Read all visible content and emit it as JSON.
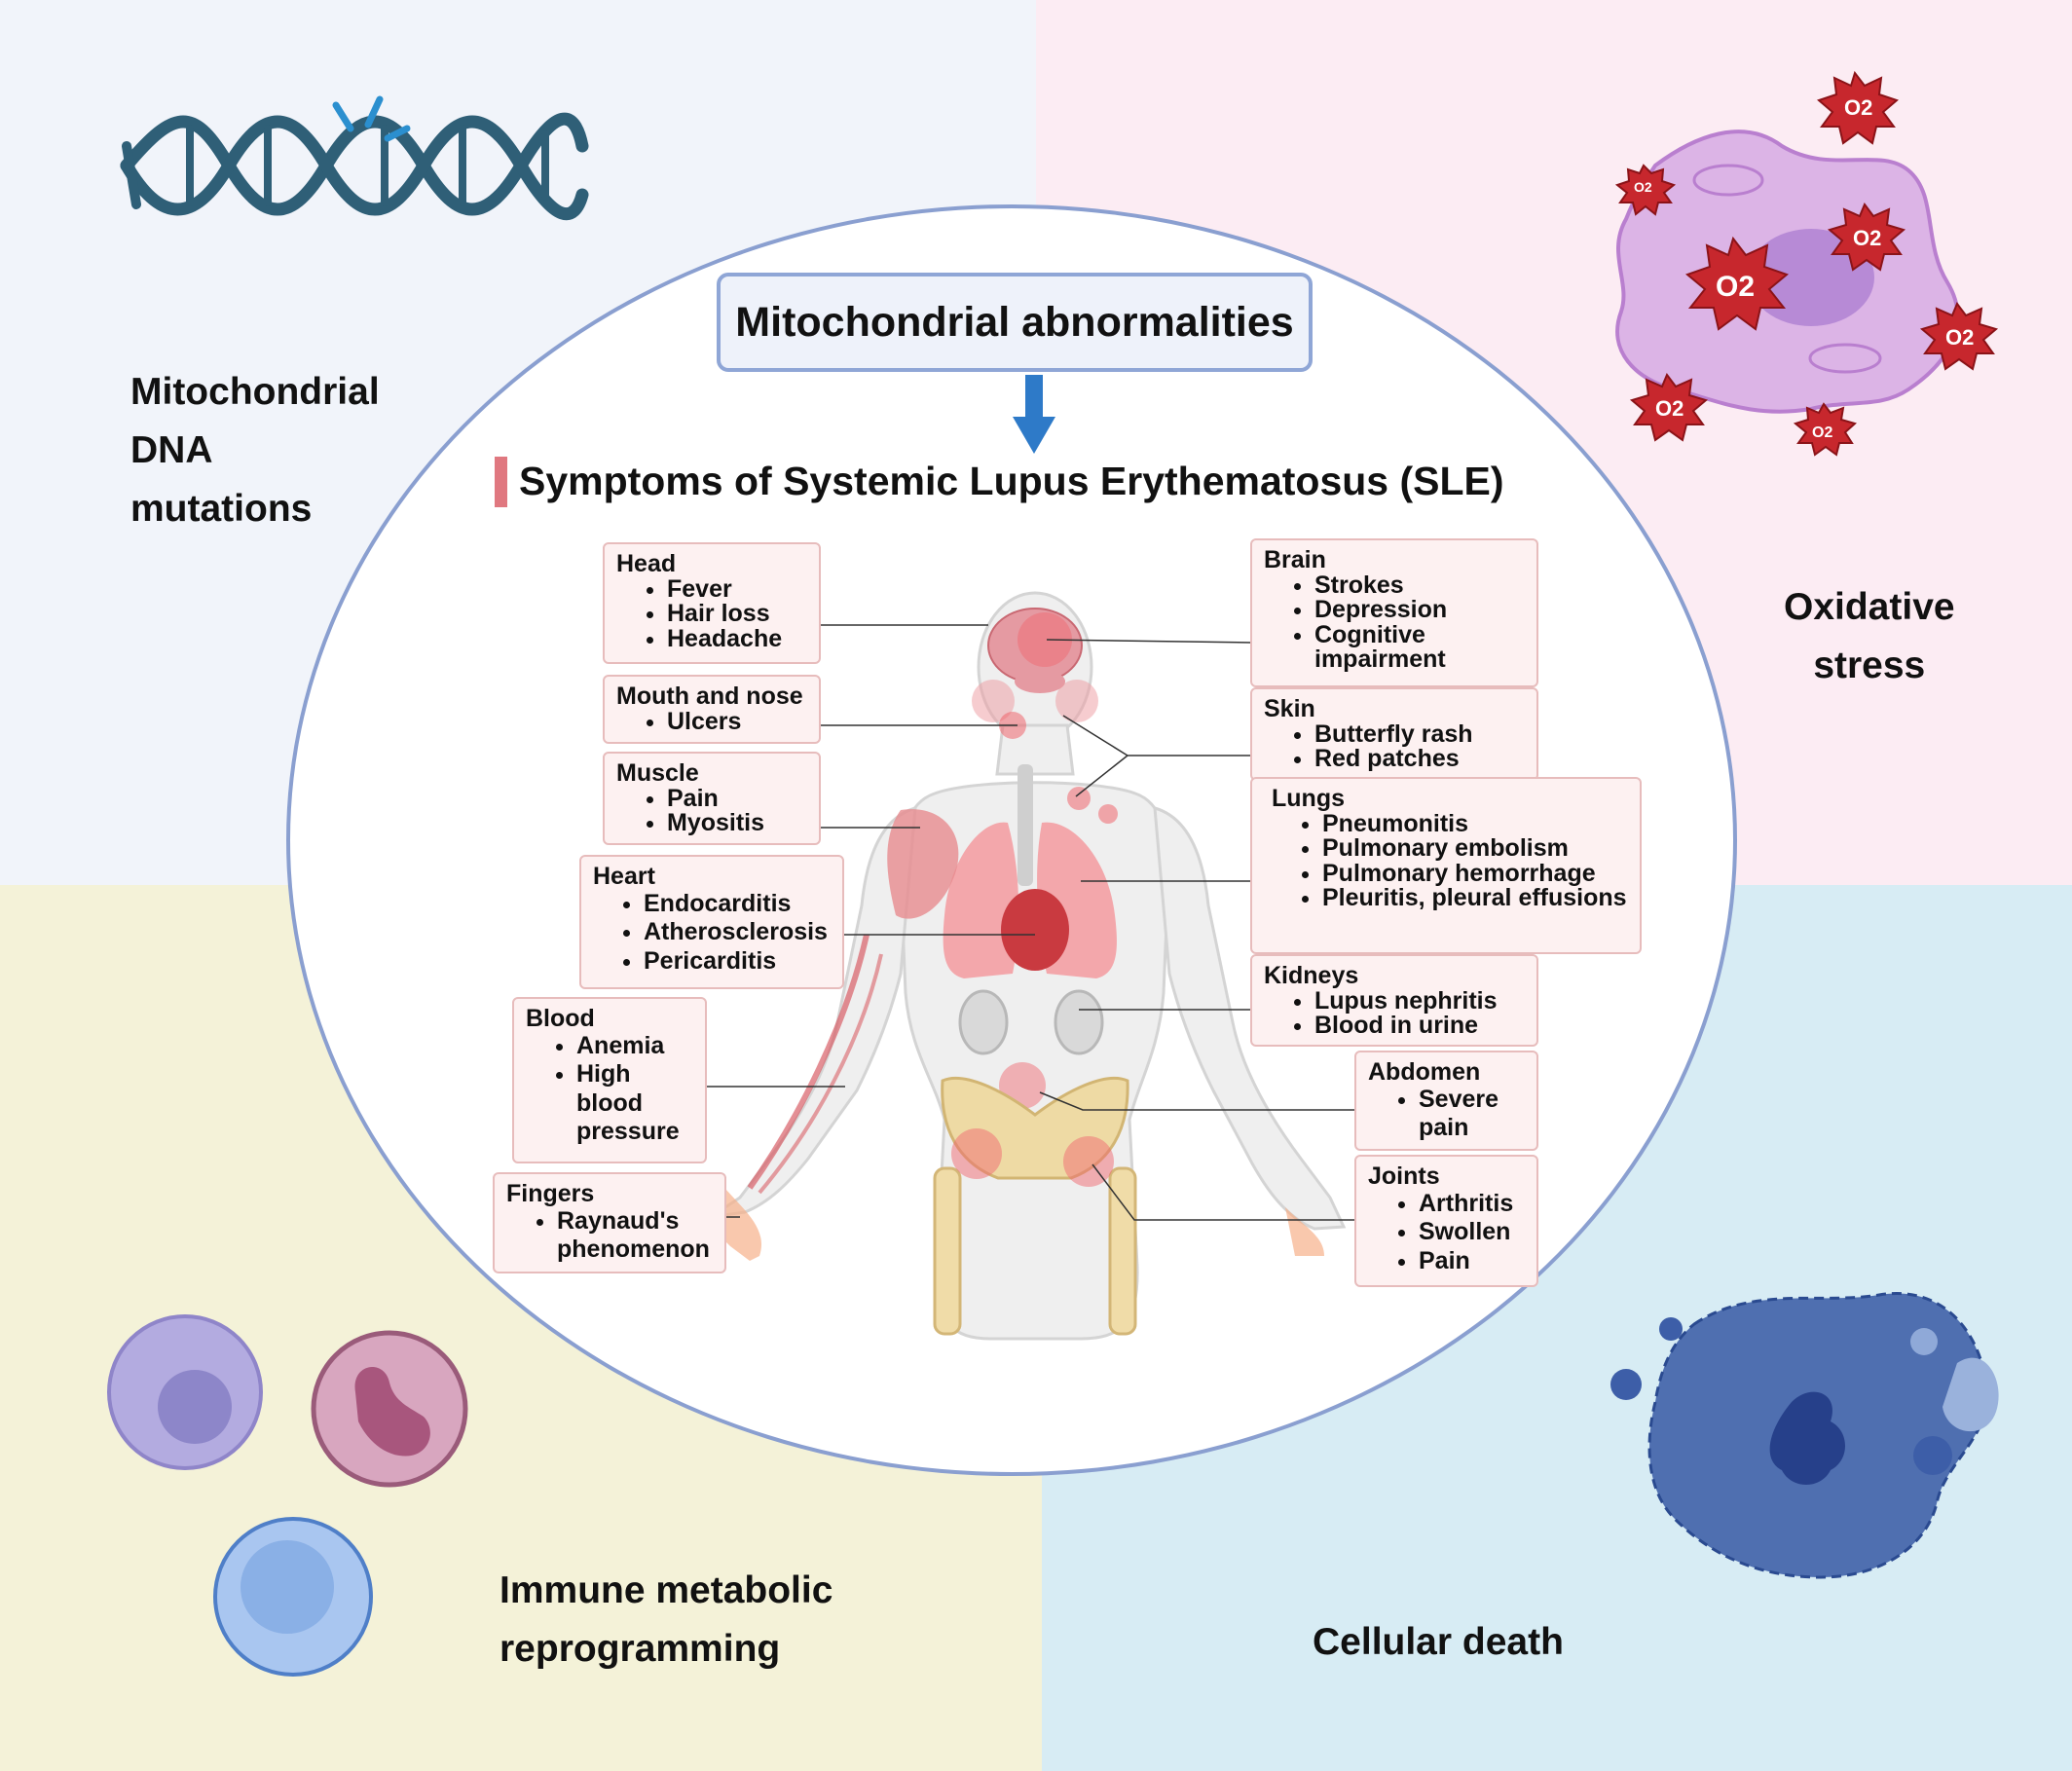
{
  "colors": {
    "quad_top_left": "#f1f4fa",
    "quad_top_right": "#fcecf3",
    "quad_bottom_left": "#f4f2d8",
    "quad_bottom_right": "#d7ecf4",
    "oval_border": "#8a9fd0",
    "arrow": "#2e7ac8",
    "symptom_box_border": "#e7bcbc",
    "symptom_box_fill": "#fdf1f1",
    "title_bar_accent": "#e07880"
  },
  "corners": {
    "top_left": [
      "Mitochondrial",
      "DNA",
      "mutations"
    ],
    "top_right": [
      "Oxidative",
      "stress"
    ],
    "bottom_left": [
      "Immune metabolic",
      "reprogramming"
    ],
    "bottom_right": [
      "Cellular death"
    ]
  },
  "center": {
    "title": "Mitochondrial abnormalities",
    "subtitle": "Symptoms of Systemic Lupus Erythematosus (SLE)"
  },
  "oxygen_radical_label": "O2",
  "symptoms": {
    "left": [
      {
        "organ": "Head",
        "items": [
          "Fever",
          "Hair loss",
          "Headache"
        ]
      },
      {
        "organ": "Mouth and nose",
        "items": [
          "Ulcers"
        ]
      },
      {
        "organ": "Muscle",
        "items": [
          "Pain",
          "Myositis"
        ]
      },
      {
        "organ": "Heart",
        "items": [
          "Endocarditis",
          "Atherosclerosis",
          "Pericarditis"
        ]
      },
      {
        "organ": "Blood",
        "items": [
          "Anemia",
          "High blood pressure"
        ]
      },
      {
        "organ": "Fingers",
        "items": [
          "Raynaud's phenomenon"
        ]
      }
    ],
    "right": [
      {
        "organ": "Brain",
        "items": [
          "Strokes",
          "Depression",
          "Cognitive impairment"
        ]
      },
      {
        "organ": "Skin",
        "items": [
          "Butterfly rash",
          "Red patches"
        ]
      },
      {
        "organ": "Lungs",
        "items": [
          "Pneumonitis",
          "Pulmonary embolism",
          "Pulmonary hemorrhage",
          "Pleuritis, pleural effusions"
        ]
      },
      {
        "organ": "Kidneys",
        "items": [
          "Lupus nephritis",
          "Blood in urine"
        ]
      },
      {
        "organ": "Abdomen",
        "items": [
          "Severe pain"
        ]
      },
      {
        "organ": "Joints",
        "items": [
          "Arthritis",
          "Swollen",
          "Pain"
        ]
      }
    ]
  }
}
